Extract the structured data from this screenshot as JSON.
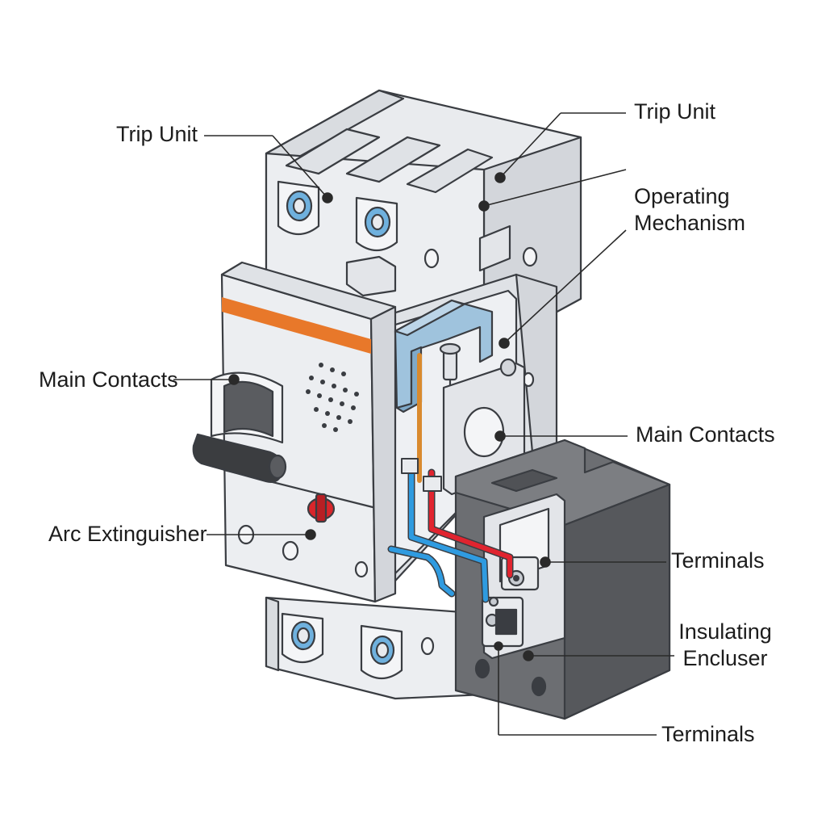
{
  "colors": {
    "housing": "#e9ebee",
    "housing_shade": "#d3d6db",
    "outline": "#3a3d42",
    "enclosure": "#6c6e72",
    "enclosure_dark": "#56585c",
    "stripe": "#e8782a",
    "toggle": "#3b3d40",
    "indicator": "#d9262b",
    "wire_red": "#e0242f",
    "wire_blue": "#2f9be0",
    "wire_orange": "#d98a2e",
    "mechanism_blue": "#9fc3dd",
    "terminal_blue": "#6fb1de"
  },
  "callouts": {
    "trip_unit_left": "Trip Unit",
    "trip_unit_right": "Trip Unit",
    "operating_mechanism_line1": "Operating",
    "operating_mechanism_line2": "Mechanism",
    "main_contacts_left": "Main Contacts",
    "main_contacts_right": "Main Contacts",
    "arc_extinguisher": "Arc Extinguisher",
    "terminals_right": "Terminals",
    "insulating_enclosure_line1": "Insulating",
    "insulating_enclosure_line2": "Encluser",
    "terminals_bottom": "Terminals"
  }
}
